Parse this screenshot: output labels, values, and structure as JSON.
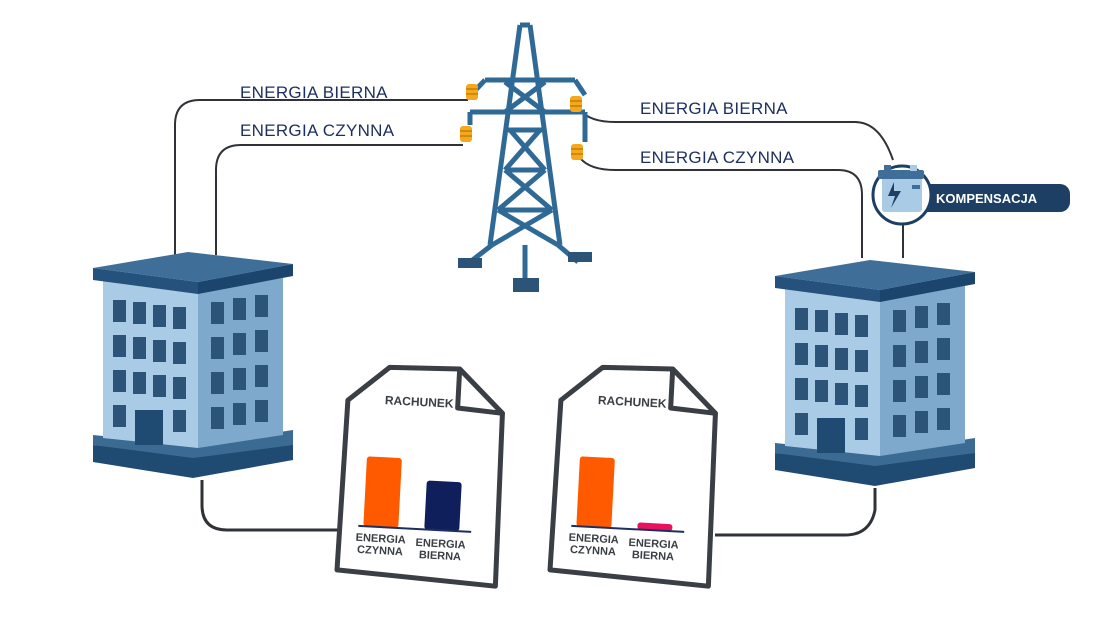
{
  "labels": {
    "left_top": "ENERGIA BIERNA",
    "left_bottom": "ENERGIA CZYNNA",
    "right_top": "ENERGIA BIERNA",
    "right_bottom": "ENERGIA CZYNNA"
  },
  "compensation": {
    "label": "KOMPENSACJA",
    "icon": "battery-icon"
  },
  "bills": [
    {
      "title": "RACHUNEK",
      "bars": [
        {
          "line1": "ENERGIA",
          "line2": "CZYNNA",
          "relative_value": 1.0,
          "color": "#ff5a00"
        },
        {
          "line1": "ENERGIA",
          "line2": "BIERNA",
          "relative_value": 0.7,
          "color": "#0f1f5c"
        }
      ]
    },
    {
      "title": "RACHUNEK",
      "bars": [
        {
          "line1": "ENERGIA",
          "line2": "CZYNNA",
          "relative_value": 1.0,
          "color": "#ff5a00"
        },
        {
          "line1": "ENERGIA",
          "line2": "BIERNA",
          "relative_value": 0.1,
          "color": "#e8125f"
        }
      ]
    }
  ],
  "colors": {
    "navy": "#1c2f5e",
    "building_dark": "#2b5478",
    "building_light": "#a9cbe6",
    "line": "#2f3338"
  }
}
